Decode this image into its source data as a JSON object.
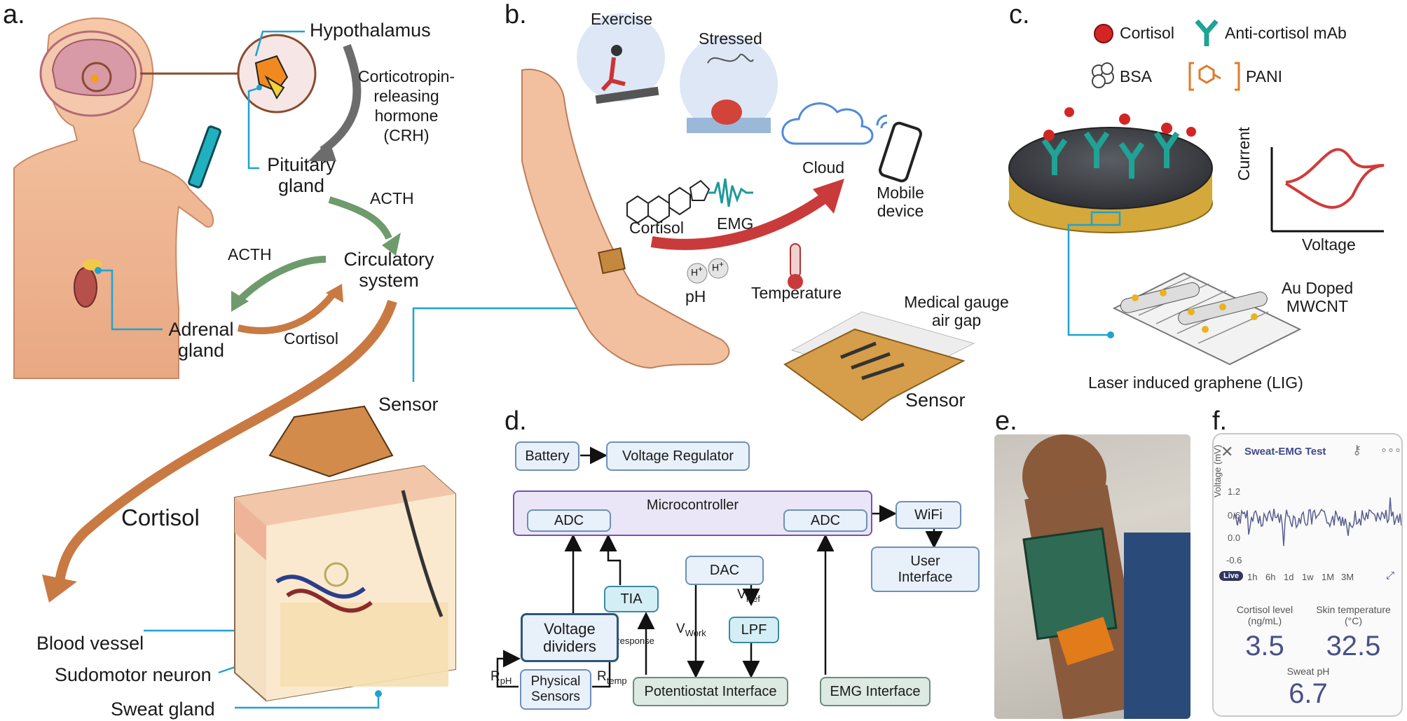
{
  "panels": {
    "a": "a.",
    "b": "b.",
    "c": "c.",
    "d": "d.",
    "e": "e.",
    "f": "f."
  },
  "panel_a": {
    "hypothalamus": "Hypothalamus",
    "crh_line1": "Corticotropin-",
    "crh_line2": "releasing",
    "crh_line3": "hormone",
    "crh_line4": "(CRH)",
    "pituitary_line1": "Pituitary",
    "pituitary_line2": "gland",
    "acth_right": "ACTH",
    "acth_left": "ACTH",
    "circ_line1": "Circulatory",
    "circ_line2": "system",
    "adrenal_line1": "Adrenal",
    "adrenal_line2": "gland",
    "cortisol_small": "Cortisol",
    "cortisol_big": "Cortisol",
    "sensor": "Sensor",
    "blood_vessel": "Blood vessel",
    "sudomotor": "Sudomotor neuron",
    "sweat_gland": "Sweat gland"
  },
  "panel_b": {
    "exercise": "Exercise",
    "stressed": "Stressed",
    "cloud": "Cloud",
    "mobile_line1": "Mobile",
    "mobile_line2": "device",
    "cortisol": "Cortisol",
    "emg": "EMG",
    "ph": "pH",
    "h_ion": "H",
    "temperature": "Temperature",
    "gauge_line1": "Medical gauge",
    "gauge_line2": "air gap",
    "sensor": "Sensor"
  },
  "panel_c": {
    "cortisol": "Cortisol",
    "antibody": "Anti-cortisol mAb",
    "bsa": "BSA",
    "pani": "PANI",
    "current": "Current",
    "voltage": "Voltage",
    "au_line1": "Au Doped",
    "au_line2": "MWCNT",
    "lig": "Laser induced graphene (LIG)"
  },
  "panel_d": {
    "battery": "Battery",
    "regulator": "Voltage Regulator",
    "microcontroller": "Microcontroller",
    "adc_left": "ADC",
    "adc_right": "ADC",
    "wifi": "WiFi",
    "ui_line1": "User",
    "ui_line2": "Interface",
    "dac": "DAC",
    "tia": "TIA",
    "vref": "V",
    "vref_sub": "Ref",
    "lpf": "LPF",
    "vwork": "V",
    "vwork_sub": "Work",
    "iresp": "I",
    "iresp_sub": "Response",
    "vd_line1": "Voltage",
    "vd_line2": "dividers",
    "rph": "R",
    "rph_sub": "pH",
    "ps_line1": "Physical",
    "ps_line2": "Sensors",
    "rtemp": "R",
    "rtemp_sub": "temp",
    "potentiostat": "Potentiostat Interface",
    "emg_interface": "EMG Interface"
  },
  "panel_f": {
    "title": "Sweat-EMG Test",
    "ylabel": "Voltage (mV)",
    "yticks": [
      "1.2",
      "0.6",
      "0.0",
      "-0.6"
    ],
    "tabs": [
      "Live",
      "1h",
      "6h",
      "1d",
      "1w",
      "1M",
      "3M"
    ],
    "active_tab": "Live",
    "cortisol_label_line1": "Cortisol level",
    "cortisol_label_line2": "(ng/mL)",
    "cortisol_value": "3.5",
    "skin_label_line1": "Skin temperature",
    "skin_label_line2": "(°C)",
    "skin_value": "32.5",
    "ph_label": "Sweat pH",
    "ph_value": "6.7",
    "accent": "#3f4a8a"
  }
}
